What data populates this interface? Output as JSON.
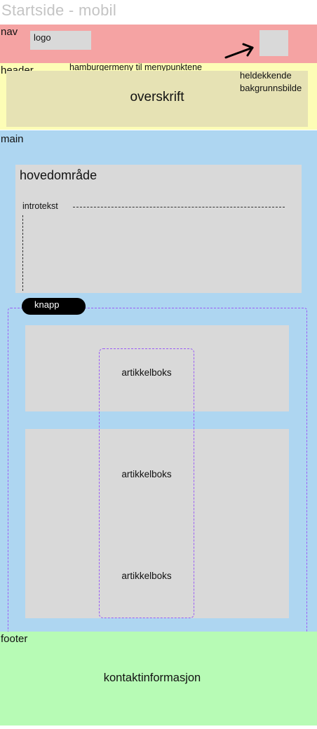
{
  "page": {
    "title": "Startside - mobil"
  },
  "nav": {
    "label": "nav",
    "logo": "logo",
    "hamburger_note": "hamburgermeny til menypunktene"
  },
  "header": {
    "label": "header",
    "heading": "overskrift",
    "image_note_line1": "heldekkende",
    "image_note_line2": "bakgrunnsbilde"
  },
  "main": {
    "label": "main",
    "hero_title": "hovedområde",
    "intro": "introtekst",
    "button": "knapp",
    "articles": [
      "artikkelboks",
      "artikkelboks",
      "artikkelboks"
    ]
  },
  "footer": {
    "label": "footer",
    "contact": "kontaktinformasjon"
  },
  "colors": {
    "nav": "#f5a3a3",
    "header": "#fdfdb6",
    "main": "#aed6f1",
    "footer": "#b7fbb5",
    "placeholder": "#d9d9d9",
    "group_outline": "#9b5cf6"
  }
}
